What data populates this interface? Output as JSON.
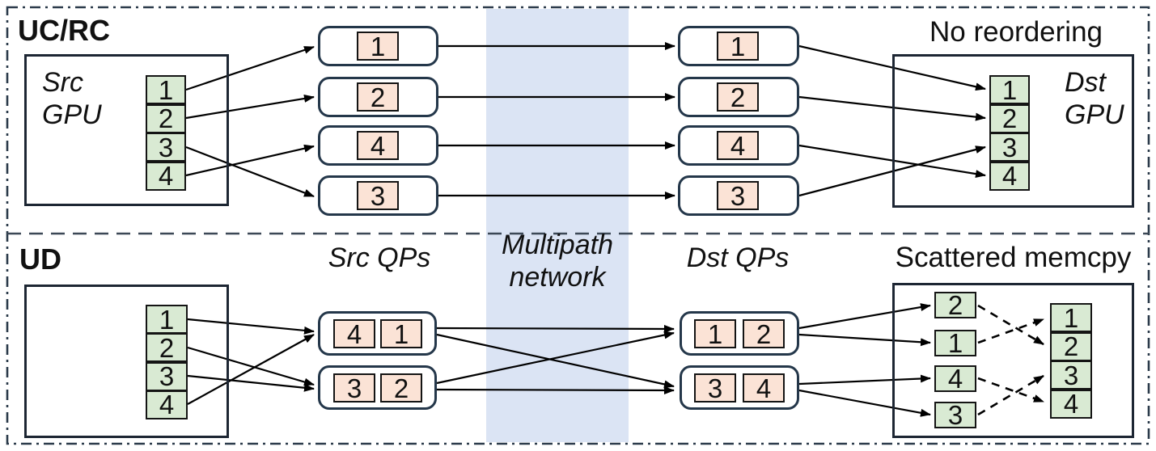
{
  "network": {
    "label_line1": "Multipath",
    "label_line2": "network",
    "band_color": "#dbe4f4"
  },
  "ucrc": {
    "title": "UC/RC",
    "no_reordering_label": "No reordering",
    "src_gpu_label_line1": "Src",
    "src_gpu_label_line2": "GPU",
    "dst_gpu_label_line1": "Dst",
    "dst_gpu_label_line2": "GPU",
    "src_buffer": [
      "1",
      "2",
      "3",
      "4"
    ],
    "src_qps": [
      "1",
      "2",
      "4",
      "3"
    ],
    "dst_qps": [
      "1",
      "2",
      "4",
      "3"
    ],
    "dst_buffer": [
      "1",
      "2",
      "3",
      "4"
    ]
  },
  "ud": {
    "title": "UD",
    "src_qps_label": "Src QPs",
    "dst_qps_label": "Dst QPs",
    "scattered_label": "Scattered memcpy",
    "src_buffer": [
      "1",
      "2",
      "3",
      "4"
    ],
    "src_qp_top": [
      "4",
      "1"
    ],
    "src_qp_bottom": [
      "3",
      "2"
    ],
    "dst_qp_top": [
      "1",
      "2"
    ],
    "dst_qp_bottom": [
      "3",
      "4"
    ],
    "scattered_cells": [
      "2",
      "1",
      "4",
      "3"
    ],
    "dst_buffer": [
      "1",
      "2",
      "3",
      "4"
    ]
  },
  "colors": {
    "buffer_green": "#d9ead3",
    "message_peach": "#fbe3d6",
    "network_blue": "#dbe4f4",
    "border_slate": "#24374a"
  }
}
